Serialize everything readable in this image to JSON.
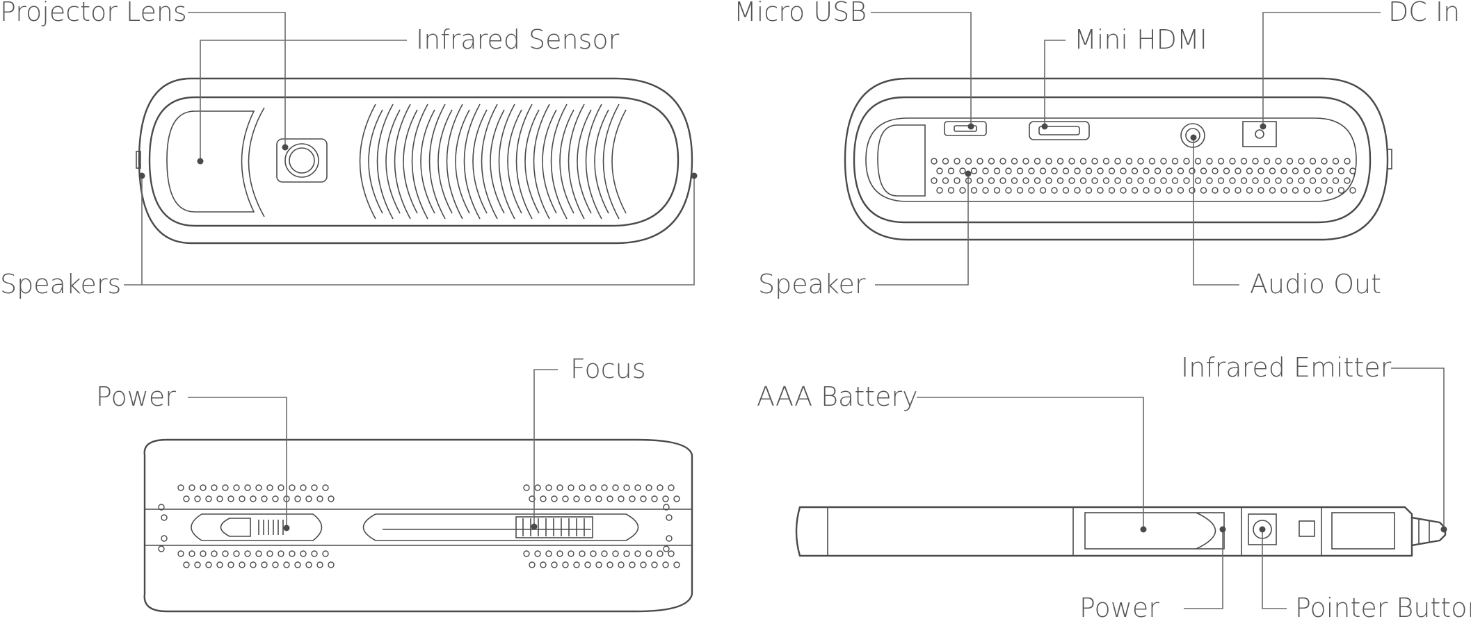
{
  "colors": {
    "line": "#4a4a4a",
    "text": "#555555",
    "background": "#ffffff"
  },
  "views": {
    "front": {
      "labels": {
        "projector_lens": "Projector Lens",
        "infrared_sensor": "Infrared Sensor",
        "speakers": "Speakers"
      }
    },
    "back": {
      "labels": {
        "micro_usb": "Micro USB",
        "mini_hdmi": "Mini HDMI",
        "dc_in": "DC In",
        "speaker": "Speaker",
        "audio_out": "Audio Out"
      }
    },
    "top": {
      "labels": {
        "power": "Power",
        "focus": "Focus"
      }
    },
    "pointer": {
      "labels": {
        "infrared_emitter": "Infrared Emitter",
        "aaa_battery": "AAA Battery",
        "power": "Power",
        "pointer_button": "Pointer Button"
      }
    }
  }
}
